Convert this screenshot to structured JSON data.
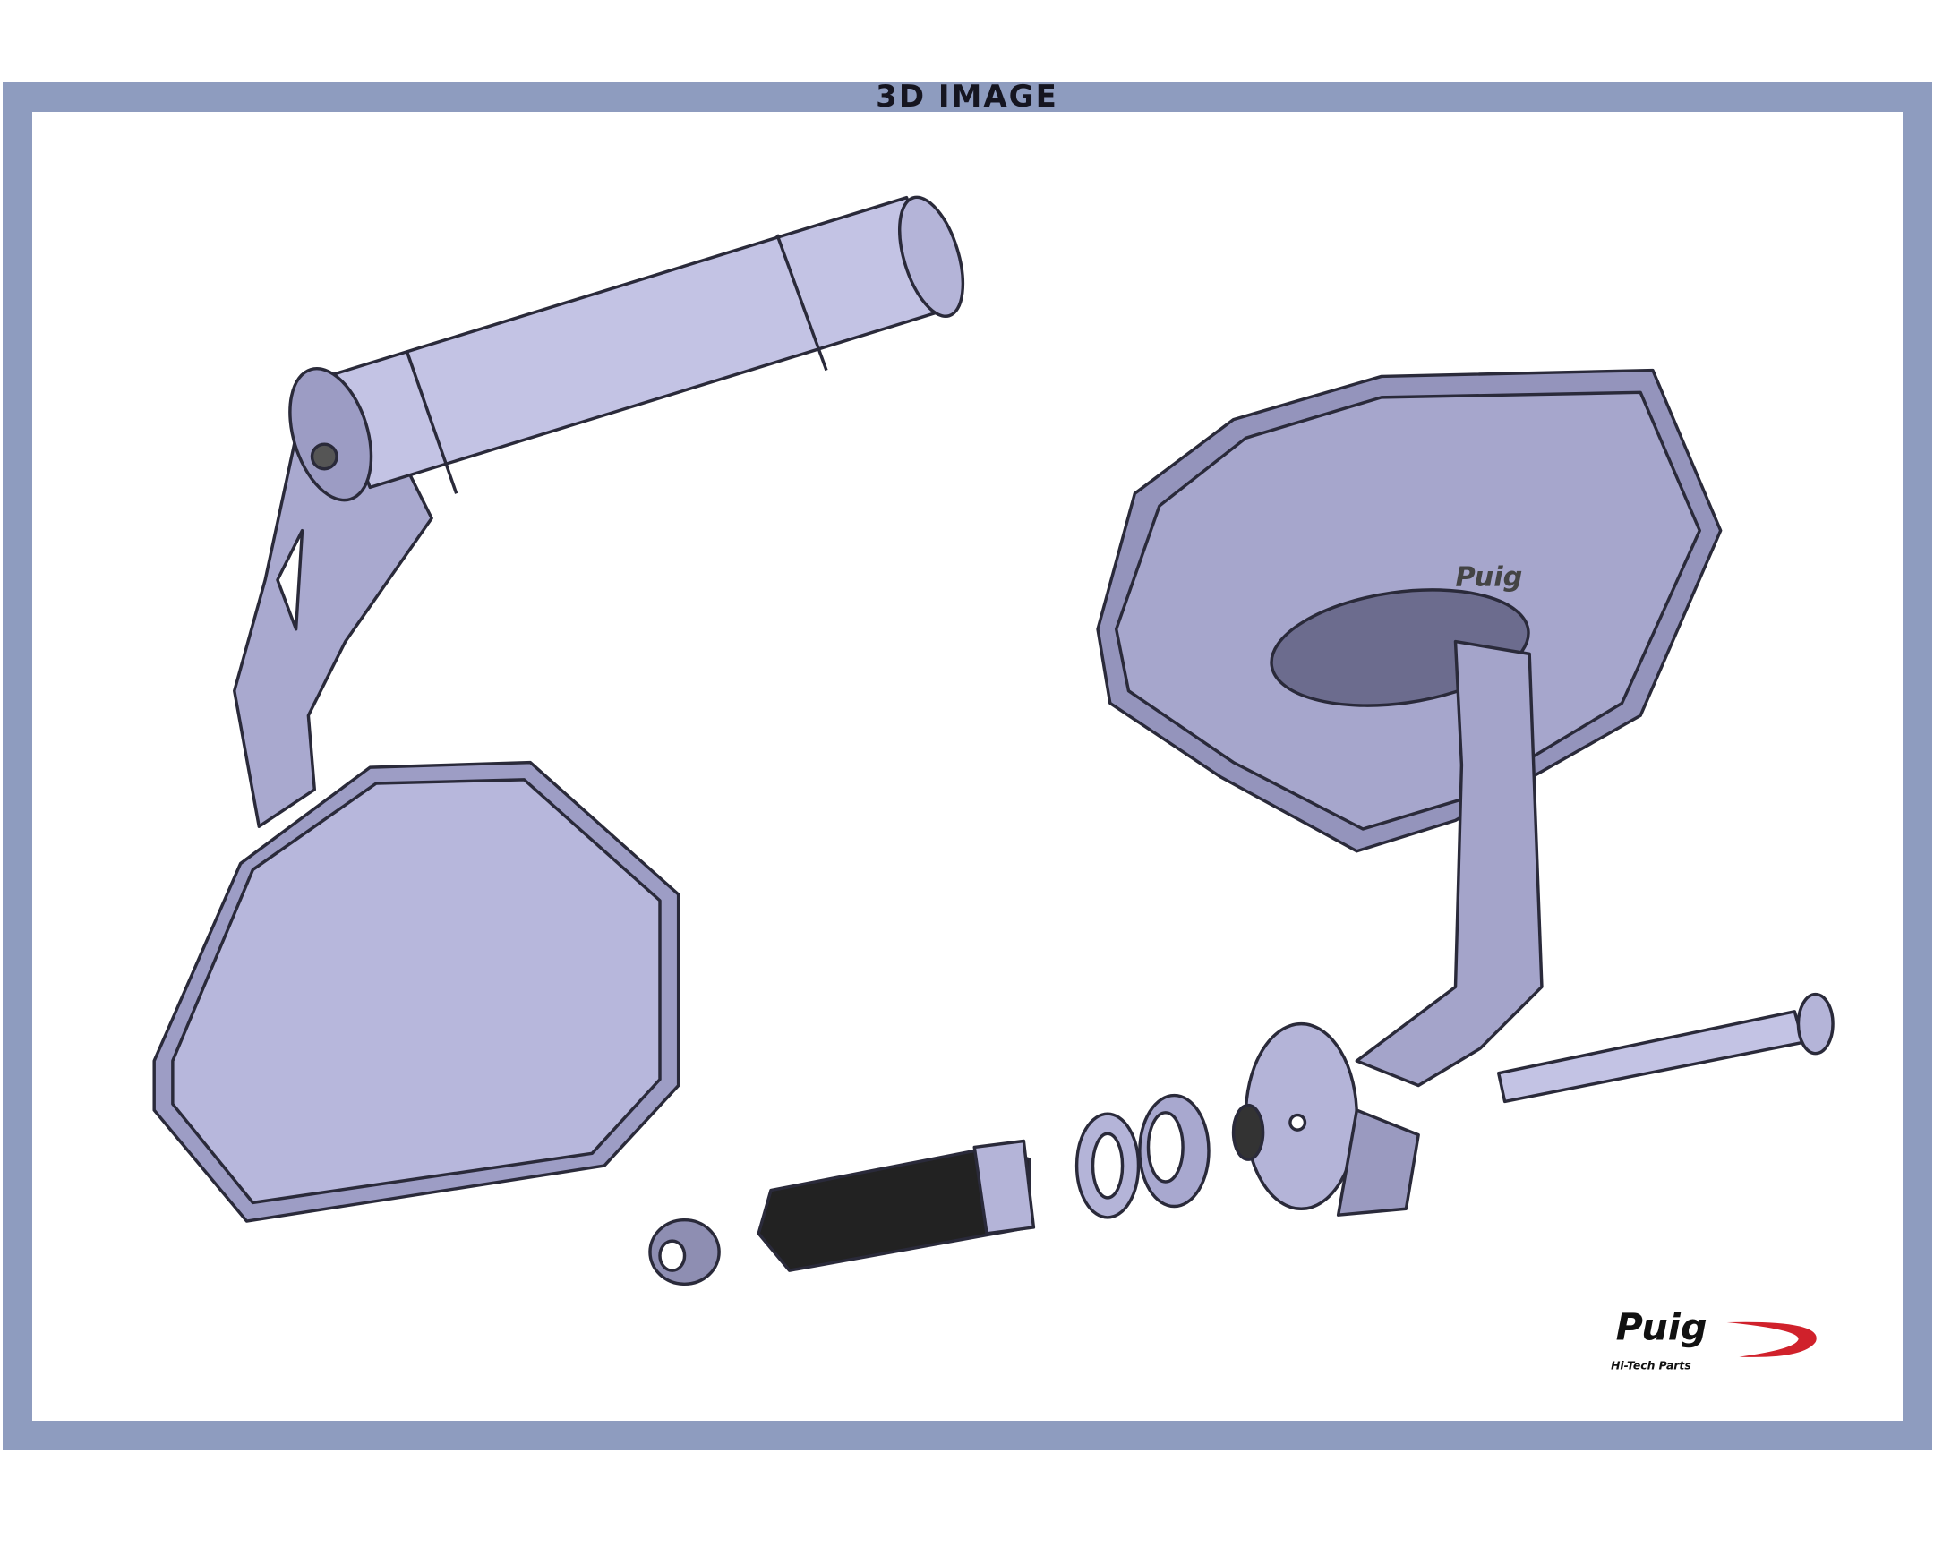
{
  "header": {
    "title": "3D IMAGE"
  },
  "logo": {
    "brand": "Puig",
    "tagline": "Hi-Tech Parts",
    "colors": {
      "text": "#111111",
      "swoosh": "#d0212b"
    }
  },
  "colors": {
    "frame": "#8e9cbf",
    "part_fill": "#b4b4d8",
    "part_shade": "#8f8fb4",
    "outline": "#2a2a3a"
  }
}
